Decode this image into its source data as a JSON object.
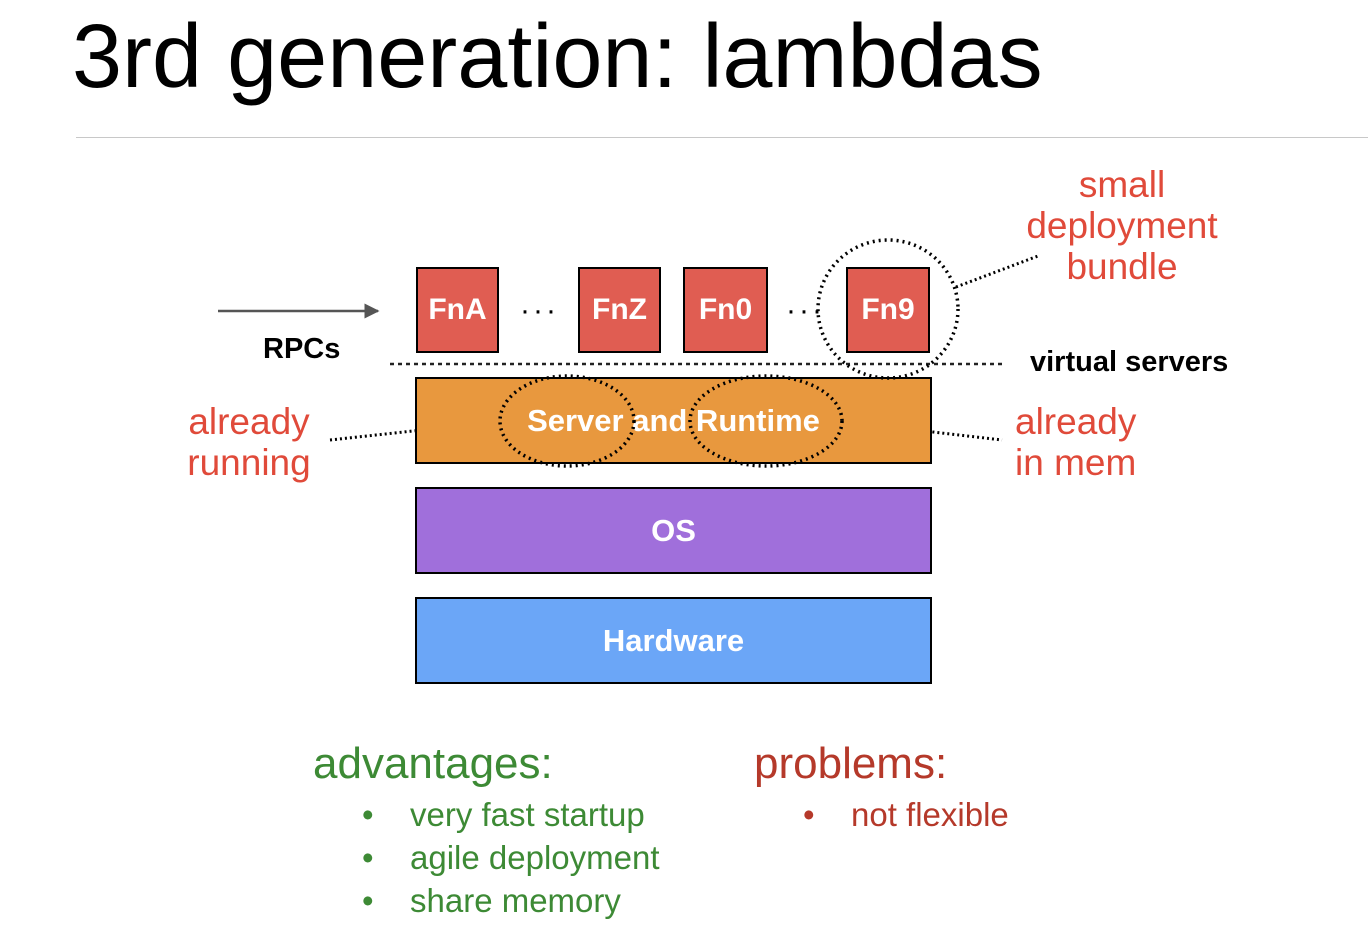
{
  "slide": {
    "title": "3rd generation: lambdas"
  },
  "diagram": {
    "functions": [
      "FnA",
      "FnZ",
      "Fn0",
      "Fn9"
    ],
    "ellipsis": "···",
    "rpc_label": "RPCs",
    "virtual_servers_label": "virtual servers",
    "layers": {
      "runtime": "Server and Runtime",
      "os": "OS",
      "hardware": "Hardware"
    },
    "annotations": {
      "bundle": [
        "small",
        "deployment",
        "bundle"
      ],
      "already_running": [
        "already",
        "running"
      ],
      "already_in_mem": [
        "already",
        "in mem"
      ]
    },
    "colors": {
      "function_box": "#e05d52",
      "runtime_layer": "#e8983e",
      "os_layer": "#a06fdb",
      "hardware_layer": "#6ba6f7",
      "annotation_text": "#e04a3a"
    }
  },
  "advantages": {
    "heading": "advantages:",
    "items": [
      "very fast startup",
      "agile deployment",
      "share memory"
    ],
    "bullet": "•",
    "color": "#3d8a35"
  },
  "problems": {
    "heading": "problems:",
    "items": [
      "not flexible"
    ],
    "bullet": "•",
    "color": "#b5392a"
  }
}
